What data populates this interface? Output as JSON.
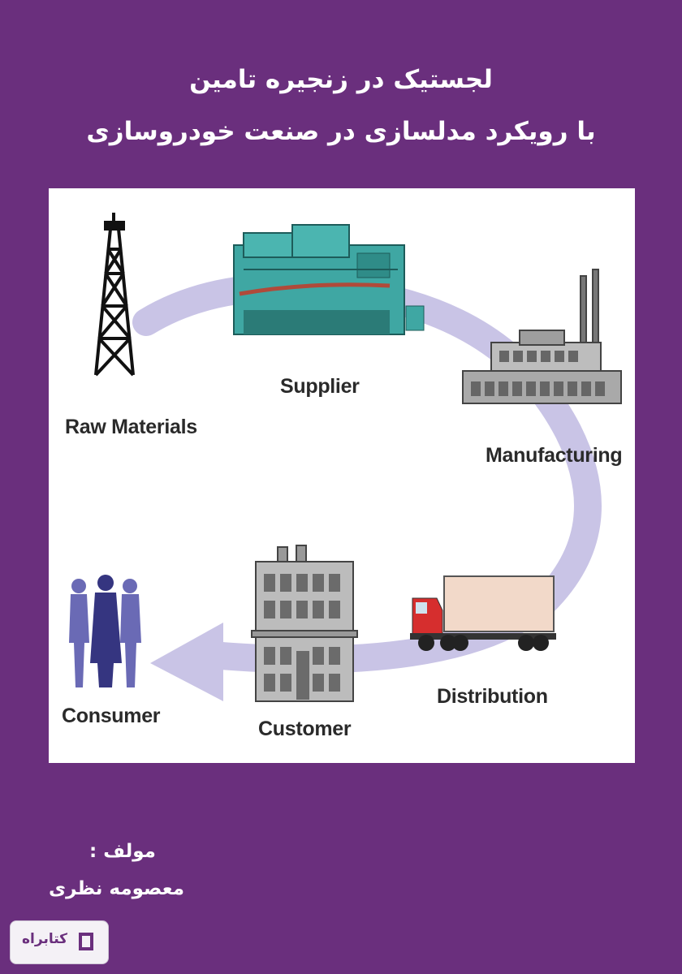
{
  "cover": {
    "title_line1": "لجستیک در زنجیره تامین",
    "title_line2": "با رویکرد مدلسازی در صنعت خودروسازی",
    "author_label": "مولف :",
    "author_name": "معصومه نظری",
    "publisher_badge": "کتابراه"
  },
  "diagram": {
    "labels": {
      "raw_materials": "Raw Materials",
      "supplier": "Supplier",
      "manufacturing": "Manufacturing",
      "distribution": "Distribution",
      "customer": "Customer",
      "consumer": "Consumer"
    },
    "icons": [
      "oil-derrick-icon",
      "factory-plant-icon",
      "manufacturing-building-icon",
      "truck-icon",
      "office-building-icon",
      "people-icon"
    ]
  },
  "colors": {
    "background": "#6a2f7d",
    "panel": "#ffffff",
    "arrow": "#c7c2e3",
    "title_text": "#ffffff"
  }
}
